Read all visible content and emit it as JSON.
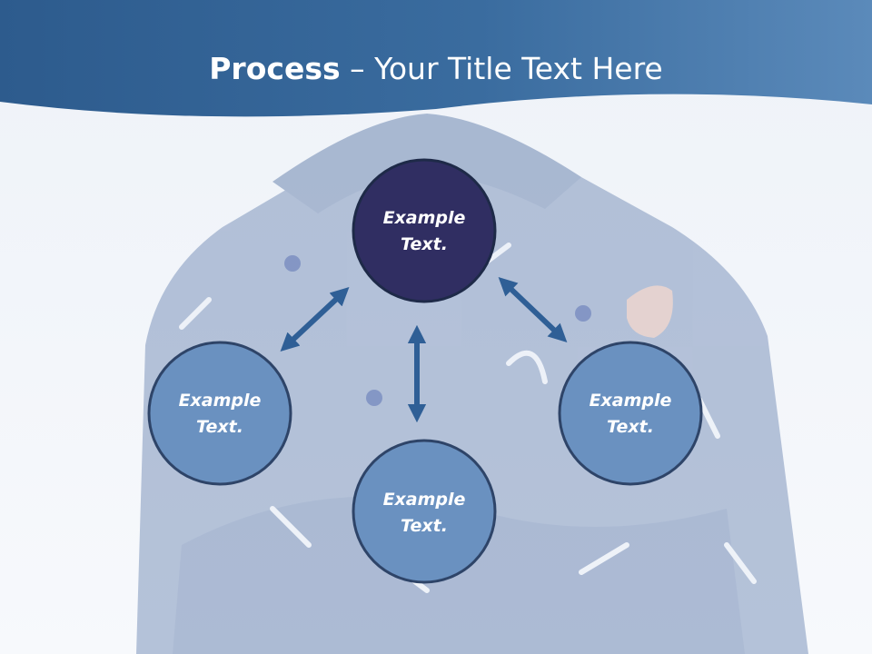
{
  "slide": {
    "title_bold": "Process",
    "title_rest": " – Your Title Text Here"
  },
  "diagram": {
    "nodes": [
      {
        "line1": "Example",
        "line2": "Text.",
        "role": "center",
        "fill": "#302e62"
      },
      {
        "line1": "Example",
        "line2": "Text.",
        "role": "left",
        "fill": "#6a91c0"
      },
      {
        "line1": "Example",
        "line2": "Text.",
        "role": "bottom",
        "fill": "#6a91c0"
      },
      {
        "line1": "Example",
        "line2": "Text.",
        "role": "right",
        "fill": "#6a91c0"
      }
    ]
  },
  "colors": {
    "header_dark": "#2f5f92",
    "header_light": "#5a89b8",
    "arrow": "#2f5f96",
    "node_outline": "#2e4468",
    "background": "#f3f6fb"
  }
}
